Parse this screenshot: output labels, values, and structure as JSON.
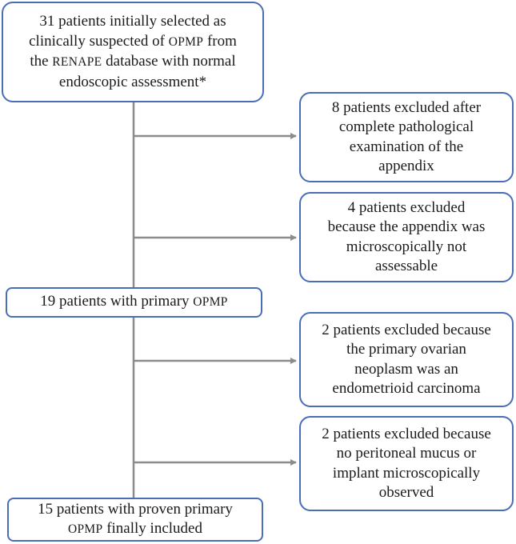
{
  "diagram": {
    "initial": {
      "line1": "31 patients initially selected as",
      "line2_pre": "clinically suspected of ",
      "line2_sc": "OPMP",
      "line2_post": " from",
      "line3_pre": "the ",
      "line3_sc": "RENAPE",
      "line3_post": " database with normal",
      "line4": "endoscopic assessment*"
    },
    "excluded_1": {
      "line1": "8 patients excluded after",
      "line2": "complete pathological",
      "line3": "examination of the",
      "line4": "appendix"
    },
    "excluded_2": {
      "line1": "4 patients excluded",
      "line2": "because the appendix was",
      "line3": "microscopically not",
      "line4": "assessable"
    },
    "primary": {
      "text_pre": "19 patients with primary ",
      "text_sc": "OPMP"
    },
    "excluded_3": {
      "line1": "2 patients excluded because",
      "line2": "the primary ovarian",
      "line3": "neoplasm was an",
      "line4": "endometrioid carcinoma"
    },
    "excluded_4": {
      "line1": "2 patients excluded because",
      "line2": "no peritoneal mucus or",
      "line3": "implant microscopically",
      "line4": "observed"
    },
    "final": {
      "line1": "15 patients with proven primary",
      "line2_sc": "OPMP",
      "line2_post": " finally included"
    },
    "colors": {
      "box_border": "#4a6db8",
      "connector": "#8c8c8c"
    }
  }
}
